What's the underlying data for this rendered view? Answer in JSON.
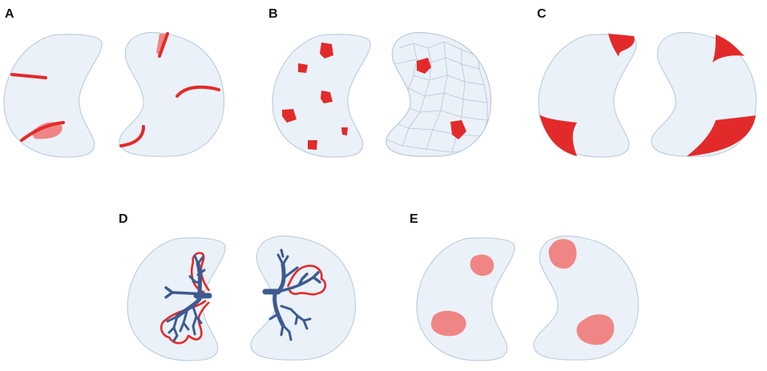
{
  "panels": [
    {
      "id": "A",
      "label": "A"
    },
    {
      "id": "B",
      "label": "B"
    },
    {
      "id": "C",
      "label": "C"
    },
    {
      "id": "D",
      "label": "D"
    },
    {
      "id": "E",
      "label": "E"
    }
  ],
  "colors": {
    "lung_fill": "#eaf1f8",
    "lung_outline": "#bccbdc",
    "lesion_red": "#e32a2a",
    "lesion_pink": "#f08585",
    "bronchi_blue": "#3d5b92",
    "secondary_lobule_lines": "#b9c3d6"
  }
}
